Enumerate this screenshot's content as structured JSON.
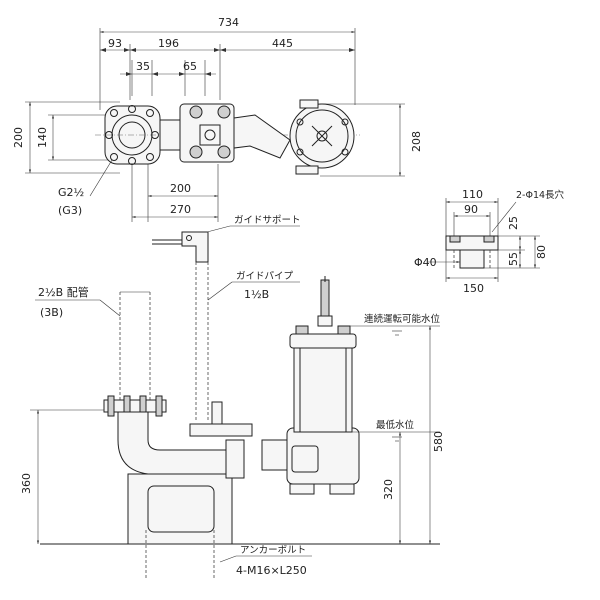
{
  "dimensions": {
    "total_width": "734",
    "dim_93": "93",
    "dim_196": "196",
    "dim_445": "445",
    "dim_35": "35",
    "dim_65": "65",
    "dim_200_left": "200",
    "dim_140": "140",
    "dim_208": "208",
    "dim_200_bottom": "200",
    "dim_270": "270",
    "dim_110": "110",
    "dim_90": "90",
    "dim_25": "25",
    "dim_55": "55",
    "dim_80": "80",
    "dim_150": "150",
    "dim_phi40": "Φ40",
    "height_360": "360",
    "height_320": "320",
    "height_580": "580"
  },
  "labels": {
    "thread_g": "G2½",
    "thread_g3": "(G3)",
    "pipe_size": "2½B 配管",
    "pipe_size_3b": "(3B)",
    "guide_support": "ガイドサポート",
    "guide_pipe": "ガイドパイプ",
    "guide_pipe_size": "1½B",
    "hole": "2-Φ14長穴",
    "continuous_water_level": "連続運転可能水位",
    "min_water_level": "最低水位",
    "anchor_bolt": "アンカーボルト",
    "anchor_bolt_spec": "4-M16×L250"
  }
}
